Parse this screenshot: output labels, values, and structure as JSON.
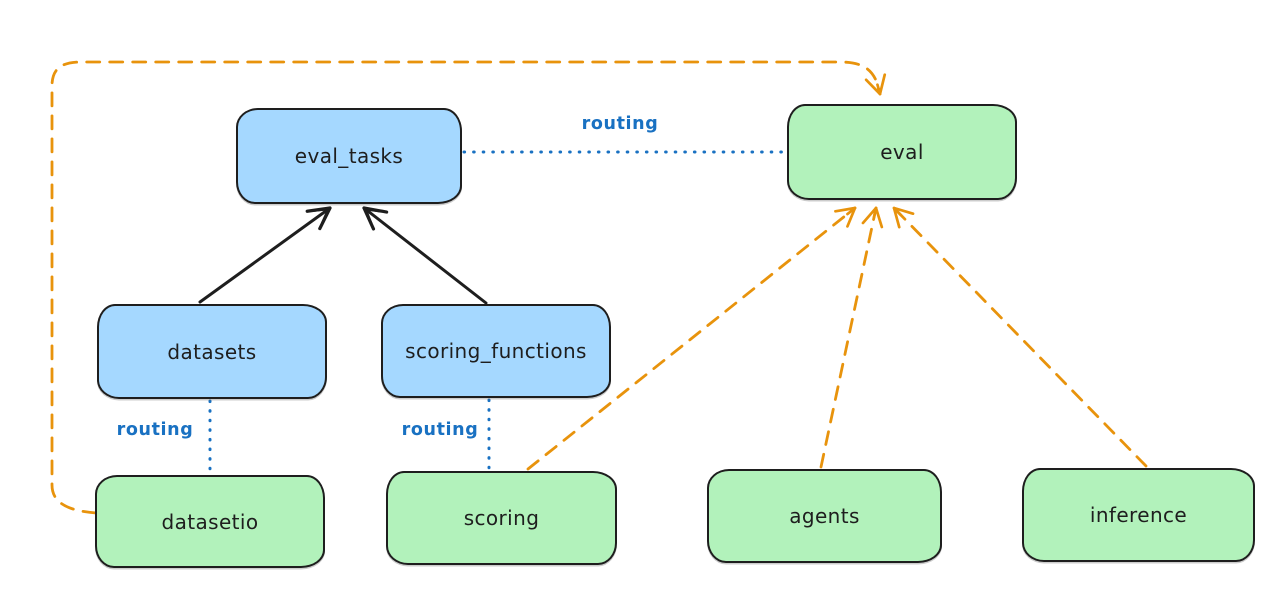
{
  "diagram": {
    "type": "architecture-flow-diagram",
    "background": "#ffffff",
    "nodes": [
      {
        "id": "eval_tasks",
        "label": "eval_tasks",
        "kind": "resource",
        "fill": "#a5d8ff",
        "stroke": "#1e1e1e"
      },
      {
        "id": "eval",
        "label": "eval",
        "kind": "api",
        "fill": "#b2f2bb",
        "stroke": "#1e1e1e"
      },
      {
        "id": "datasets",
        "label": "datasets",
        "kind": "resource",
        "fill": "#a5d8ff",
        "stroke": "#1e1e1e"
      },
      {
        "id": "scoring_functions",
        "label": "scoring_functions",
        "kind": "resource",
        "fill": "#a5d8ff",
        "stroke": "#1e1e1e"
      },
      {
        "id": "datasetio",
        "label": "datasetio",
        "kind": "api",
        "fill": "#b2f2bb",
        "stroke": "#1e1e1e"
      },
      {
        "id": "scoring",
        "label": "scoring",
        "kind": "api",
        "fill": "#b2f2bb",
        "stroke": "#1e1e1e"
      },
      {
        "id": "agents",
        "label": "agents",
        "kind": "api",
        "fill": "#b2f2bb",
        "stroke": "#1e1e1e"
      },
      {
        "id": "inference",
        "label": "inference",
        "kind": "api",
        "fill": "#b2f2bb",
        "stroke": "#1e1e1e"
      }
    ],
    "edges": [
      {
        "from": "datasets",
        "to": "eval_tasks",
        "style": "solid-arrow",
        "color": "#1e1e1e",
        "label": ""
      },
      {
        "from": "scoring_functions",
        "to": "eval_tasks",
        "style": "solid-arrow",
        "color": "#1e1e1e",
        "label": ""
      },
      {
        "from": "eval_tasks",
        "to": "eval",
        "style": "dotted",
        "color": "#1971c2",
        "label": "routing"
      },
      {
        "from": "datasets",
        "to": "datasetio",
        "style": "dotted",
        "color": "#1971c2",
        "label": "routing"
      },
      {
        "from": "scoring_functions",
        "to": "scoring",
        "style": "dotted",
        "color": "#1971c2",
        "label": "routing"
      },
      {
        "from": "datasetio",
        "to": "eval",
        "style": "dashed-arrow",
        "color": "#e8930c",
        "label": ""
      },
      {
        "from": "scoring",
        "to": "eval",
        "style": "dashed-arrow",
        "color": "#e8930c",
        "label": ""
      },
      {
        "from": "agents",
        "to": "eval",
        "style": "dashed-arrow",
        "color": "#e8930c",
        "label": ""
      },
      {
        "from": "inference",
        "to": "eval",
        "style": "dashed-arrow",
        "color": "#e8930c",
        "label": ""
      }
    ],
    "colors": {
      "blue_node_fill": "#a5d8ff",
      "green_node_fill": "#b2f2bb",
      "node_stroke": "#1e1e1e",
      "routing_line": "#1971c2",
      "dependency_line": "#e8930c",
      "background": "#ffffff"
    }
  }
}
